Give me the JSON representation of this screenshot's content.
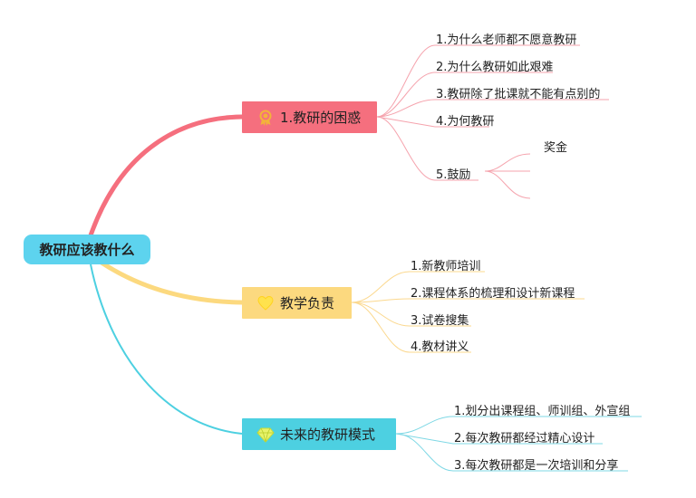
{
  "root": {
    "label": "教研应该教什么"
  },
  "branches": [
    {
      "label": "1.教研的困惑",
      "icon": "medal-icon",
      "color": "#f56f7e",
      "items": [
        "1.为什么老师都不愿意教研",
        "2.为什么教研如此艰难",
        "3.教研除了批课就不能有点别的",
        "4.为何教研",
        "5.鼓励"
      ],
      "sub": {
        "items": [
          "奖金",
          "",
          ""
        ]
      }
    },
    {
      "label": "教学负责",
      "icon": "heart-icon",
      "color": "#fcd97f",
      "items": [
        "1.新教师培训",
        "2.课程体系的梳理和设计新课程",
        "3.试卷搜集",
        "4.教材讲义"
      ]
    },
    {
      "label": "未来的教研模式",
      "icon": "diamond-icon",
      "color": "#4dd0e1",
      "items": [
        "1.划分出课程组、师训组、外宣组",
        "2.每次教研都经过精心设计",
        "3.每次教研都是一次培训和分享"
      ]
    }
  ]
}
